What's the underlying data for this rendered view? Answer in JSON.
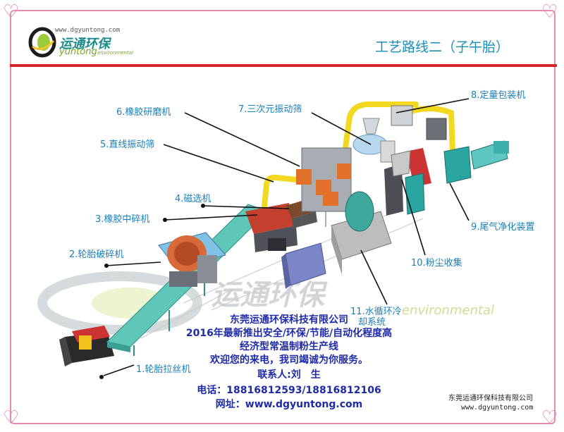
{
  "logo": {
    "url": "www.dgyuntong.com",
    "name_cn": "运通环保",
    "name_en": "yuntong",
    "sub_en": "environmental"
  },
  "watermark": {
    "name_cn": "运通环保",
    "name_en": "environmental"
  },
  "title": "工艺路线二（子午胎）",
  "labels": {
    "l1": "1.轮胎拉丝机",
    "l2": "2.轮胎破碎机",
    "l3": "3.橡胶中碎机",
    "l4": "4.磁选机",
    "l5": "5.直线振动筛",
    "l6": "6.橡胶研磨机",
    "l7": "7.三次元振动筛",
    "l8": "8.定量包装机",
    "l9": "9.尾气净化装置",
    "l10": "10.粉尘收集",
    "l11a": "11.水循环冷",
    "l11b": "却系统"
  },
  "info": {
    "company": "东莞运通环保科技有限公司",
    "line2": "2016年最新推出安全/环保/节能/自动化程度高",
    "line3": "经济型常温制粉生产线",
    "line4": "欢迎您的来电，我司竭诚为你服务。",
    "contact": "联系人:刘　生",
    "phone": "电话：18816812593/18816812106",
    "website": "网址：www.dgyuntong.com"
  },
  "footer": {
    "company": "东莞运通环保科技有限公司",
    "url": "www.dgyuntong.com"
  },
  "colors": {
    "frame": "#e58bb0",
    "rule": "#d8232a",
    "label": "#1a7fb8",
    "info": "#1e2aa8",
    "conveyor": "#5ec7b8",
    "pipe": "#f2d81e",
    "teal_box": "#2aa5a0"
  }
}
